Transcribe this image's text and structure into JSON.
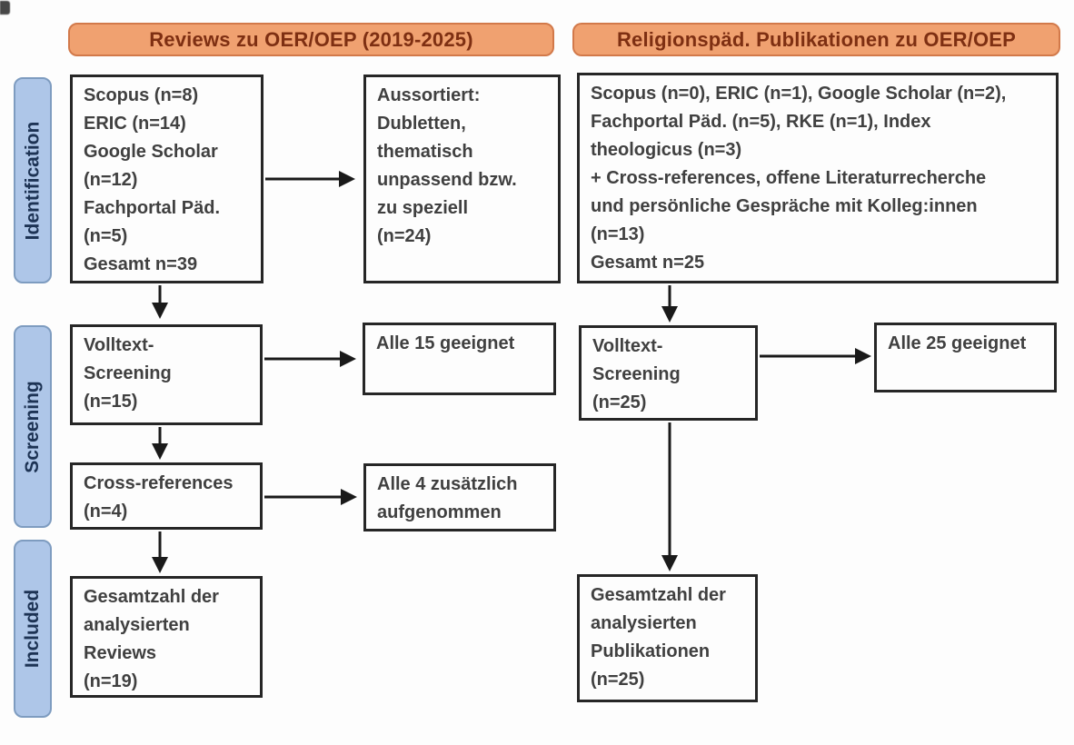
{
  "diagram": {
    "type": "prisma-flow",
    "headers": {
      "left": "Reviews zu OER/OEP (2019-2025)",
      "right": "Religionspäd. Publikationen zu OER/OEP"
    },
    "stages": {
      "identification": "Identification",
      "screening": "Screening",
      "included": "Included"
    },
    "nodes": {
      "left_sources": {
        "text": "Scopus (n=8)\nERIC (n=14)\nGoogle Scholar\n(n=12)\nFachportal Päd.\n(n=5)\nGesamt n=39"
      },
      "left_excluded": {
        "text": "Aussortiert:\nDubletten,\nthematisch\nunpassend bzw.\nzu speziell\n(n=24)"
      },
      "left_fulltext": {
        "text": "Volltext-\nScreening\n(n=15)"
      },
      "left_fulltext_result": {
        "text": "Alle 15 geeignet"
      },
      "left_crossref": {
        "text": "Cross-references\n(n=4)"
      },
      "left_crossref_result": {
        "text": "Alle 4 zusätzlich\naufgenommen"
      },
      "left_included_total": {
        "text": "Gesamtzahl der\nanalysierten\nReviews\n(n=19)"
      },
      "right_sources": {
        "text": "Scopus (n=0), ERIC (n=1), Google Scholar (n=2),\nFachportal Päd. (n=5), RKE (n=1), Index\ntheologicus (n=3)\n+ Cross-references, offene Literaturrecherche\nund persönliche Gespräche mit Kolleg:innen\n(n=13)\nGesamt n=25"
      },
      "right_fulltext": {
        "text": "Volltext-\nScreening\n(n=25)"
      },
      "right_fulltext_result": {
        "text": "Alle 25 geeignet"
      },
      "right_included_total": {
        "text": "Gesamtzahl der\nanalysierten\nPublikationen\n(n=25)"
      }
    },
    "edges": [
      {
        "from": "left_sources",
        "to": "left_excluded"
      },
      {
        "from": "left_sources",
        "to": "left_fulltext"
      },
      {
        "from": "left_fulltext",
        "to": "left_fulltext_result"
      },
      {
        "from": "left_fulltext",
        "to": "left_crossref"
      },
      {
        "from": "left_crossref",
        "to": "left_crossref_result"
      },
      {
        "from": "left_crossref",
        "to": "left_included_total"
      },
      {
        "from": "right_sources",
        "to": "right_fulltext"
      },
      {
        "from": "right_fulltext",
        "to": "right_fulltext_result"
      },
      {
        "from": "right_fulltext",
        "to": "right_included_total"
      }
    ],
    "colors": {
      "header_fill": "#f0a170",
      "header_border": "#d2794a",
      "header_text": "#7e2f12",
      "stage_fill": "#aec6e8",
      "stage_border": "#7e9cc0",
      "stage_text": "#1d3354",
      "box_border": "#262626",
      "box_text": "#404040",
      "arrow": "#1a1a1a",
      "background": "#fdfdfd"
    }
  }
}
